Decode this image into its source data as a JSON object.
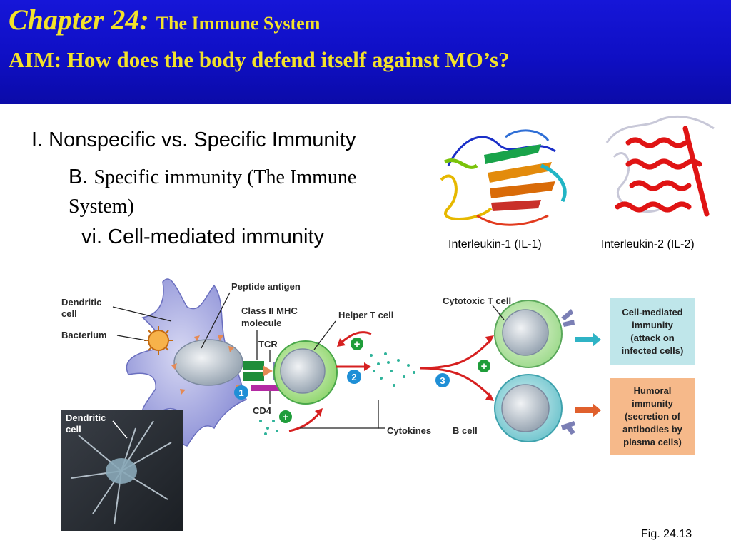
{
  "header": {
    "chapter": "Chapter 24:",
    "chapter_subtitle": "The Immune System",
    "aim": "AIM: How does the body defend itself  against MO’s?"
  },
  "outline": {
    "level1": "I. Nonspecific vs. Specific Immunity",
    "level2_prefix": "B.",
    "level2_text_a": "Specific immunity (The Immune",
    "level2_text_b": "System)",
    "level3": "vi. Cell-mediated immunity"
  },
  "proteins": {
    "il1_caption": "Interleukin-1 (IL-1)",
    "il2_caption": "Interleukin-2 (IL-2)"
  },
  "figure": {
    "labels": {
      "dendritic_cell_line1": "Dendritic",
      "dendritic_cell_line2": "cell",
      "bacterium": "Bacterium",
      "peptide_antigen": "Peptide antigen",
      "class2_line1": "Class II MHC",
      "class2_line2": "molecule",
      "tcr": "TCR",
      "cd4": "CD4",
      "helper_t": "Helper T cell",
      "cytotoxic_t": "Cytotoxic T cell",
      "cytokines": "Cytokines",
      "b_cell": "B cell",
      "photo_line1": "Dendritic",
      "photo_line2": "cell"
    },
    "steps": [
      "1",
      "2",
      "3"
    ],
    "plus": "+",
    "outcome_cell": {
      "lines": [
        "Cell-mediated",
        "immunity",
        "(attack on",
        "infected cells)"
      ],
      "color": "#bfe6ea"
    },
    "outcome_humoral": {
      "lines": [
        "Humoral",
        "immunity",
        "(secretion of",
        "antibodies by",
        "plasma cells)"
      ],
      "color": "#f6b98a"
    },
    "fig_label": "Fig. 24.13"
  }
}
